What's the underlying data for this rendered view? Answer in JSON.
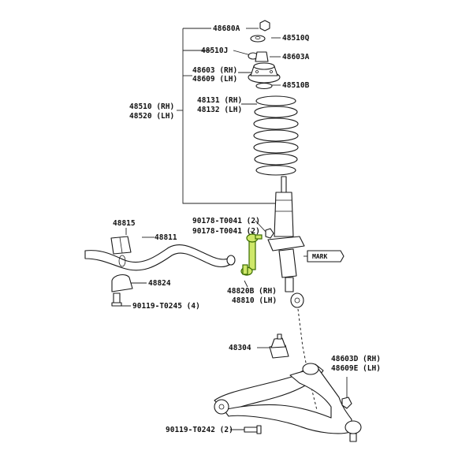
{
  "diagram": {
    "labels": {
      "p48680A": "48680A",
      "p48510Q": "48510Q",
      "p48510J": "48510J",
      "p48603A": "48603A",
      "p48603RH": "48603 (RH)",
      "p48609LH": "48609 (LH)",
      "p48510B": "48510B",
      "p48510RH": "48510 (RH)",
      "p48520LH": "48520 (LH)",
      "p48131RH": "48131 (RH)",
      "p48132LH": "48132 (LH)",
      "p48815": "48815",
      "p48811": "48811",
      "p90178a": "90178-T0041 (2)",
      "p90178b": "90178-T0041 (2)",
      "mark": "MARK",
      "p48824": "48824",
      "p90119a": "90119-T0245 (4)",
      "p48820BRH": "48820B (RH)",
      "p48810LH": "48810 (LH)",
      "p48304": "48304",
      "p48603DRH": "48603D (RH)",
      "p48609ELH": "48609E (LH)",
      "p90119b": "90119-T0242 (2)"
    },
    "colors": {
      "highlight": "#cfe86a",
      "line": "#222222"
    }
  }
}
